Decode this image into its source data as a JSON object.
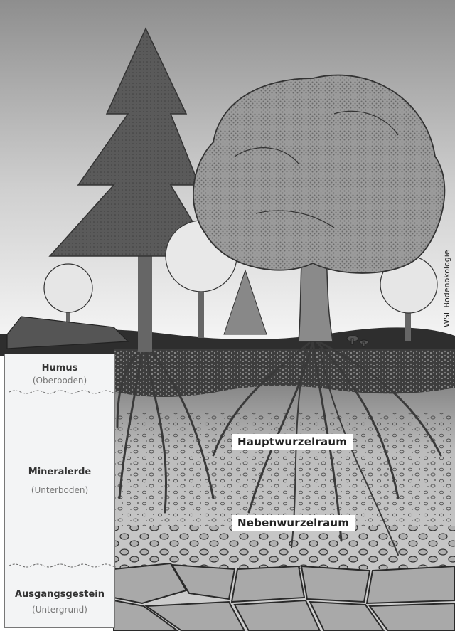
{
  "layers": [
    {
      "title": "Humus",
      "subtitle": "(Oberboden)"
    },
    {
      "title": "Mineralerde",
      "subtitle": "(Unterboden)"
    },
    {
      "title": "Ausgangsgestein",
      "subtitle": "(Untergrund)"
    }
  ],
  "zones": {
    "main_root": "Hauptwurzelraum",
    "secondary_root": "Nebenwurzelraum"
  },
  "credit": "WSL Bodenökologie",
  "colors": {
    "sky_top": "#8b8b8b",
    "sky_bottom": "#f4f4f4",
    "conifer": "#555555",
    "deciduous": "#9a9a9a",
    "soil_humus": "#3a3a3a",
    "soil_mineral": "#cfcfcf",
    "bedrock": "#a6a6a6"
  }
}
